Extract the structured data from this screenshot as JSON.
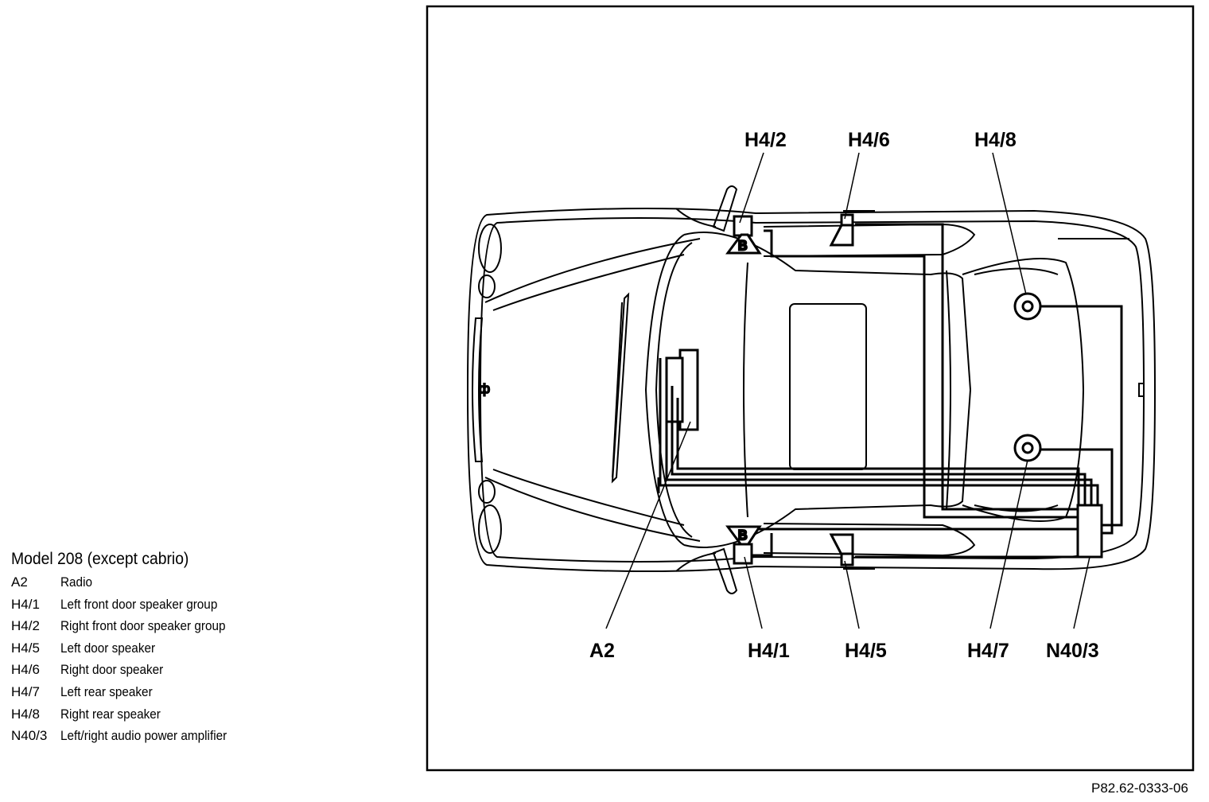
{
  "legend": {
    "title": "Model 208 (except cabrio)",
    "items": [
      {
        "code": "A2",
        "desc": "Radio"
      },
      {
        "code": "H4/1",
        "desc": "Left front door speaker group"
      },
      {
        "code": "H4/2",
        "desc": "Right front door speaker group"
      },
      {
        "code": "H4/5",
        "desc": "Left door speaker"
      },
      {
        "code": "H4/6",
        "desc": "Right door speaker"
      },
      {
        "code": "H4/7",
        "desc": "Left rear speaker"
      },
      {
        "code": "H4/8",
        "desc": "Right rear speaker"
      },
      {
        "code": "N40/3",
        "desc": "Left/right audio power amplifier"
      }
    ]
  },
  "callouts": {
    "h4_2": "H4/2",
    "h4_6": "H4/6",
    "h4_8": "H4/8",
    "a2": "A2",
    "h4_1": "H4/1",
    "h4_5": "H4/5",
    "h4_7": "H4/7",
    "n40_3": "N40/3"
  },
  "speaker_marks": {
    "front_left": "B",
    "front_right": "B"
  },
  "figure_ref": "P82.62-0333-06",
  "colors": {
    "line": "#000000",
    "background": "#ffffff"
  }
}
